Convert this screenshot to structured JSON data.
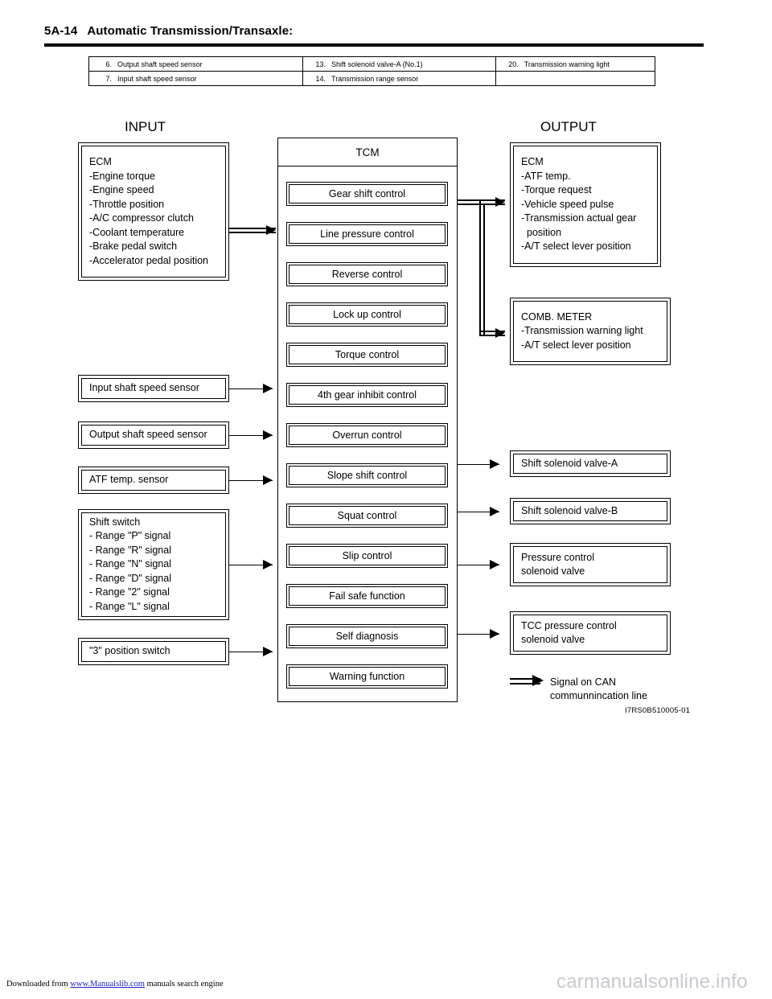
{
  "header": {
    "page_number": "5A-14",
    "title": "Automatic Transmission/Transaxle:"
  },
  "legend_table": {
    "rows": [
      [
        {
          "num": "6.",
          "label": "Output shaft speed sensor"
        },
        {
          "num": "13.",
          "label": "Shift solenoid valve-A (No.1)"
        },
        {
          "num": "20.",
          "label": "Transmission warning light"
        }
      ],
      [
        {
          "num": "7.",
          "label": "Input shaft speed sensor"
        },
        {
          "num": "14.",
          "label": "Transmission range sensor"
        },
        {
          "num": "",
          "label": ""
        }
      ]
    ]
  },
  "diagram": {
    "input_heading": "INPUT",
    "output_heading": "OUTPUT",
    "input_ecm": {
      "title": "ECM",
      "lines": [
        "-Engine torque",
        "-Engine speed",
        "-Throttle position",
        "-A/C compressor clutch",
        "-Coolant temperature",
        "-Brake pedal switch",
        "-Accelerator pedal position"
      ]
    },
    "input_sensors": [
      {
        "label": "Input shaft speed sensor"
      },
      {
        "label": "Output shaft speed sensor"
      },
      {
        "label": "ATF temp. sensor"
      }
    ],
    "shift_switch": {
      "title": "Shift switch",
      "lines": [
        "- Range \"P\" signal",
        "- Range \"R\" signal",
        "- Range \"N\" signal",
        "- Range \"D\" signal",
        "- Range \"2\" signal",
        "- Range \"L\" signal"
      ]
    },
    "position_switch": {
      "label": "\"3\" position switch"
    },
    "tcm": {
      "title": "TCM",
      "functions": [
        "Gear shift control",
        "Line pressure control",
        "Reverse control",
        "Lock up control",
        "Torque control",
        "4th gear inhibit control",
        "Overrun control",
        "Slope shift control",
        "Squat control",
        "Slip control",
        "Fail safe function",
        "Self diagnosis",
        "Warning function"
      ]
    },
    "output_ecm": {
      "title": "ECM",
      "lines": [
        "-ATF temp.",
        "-Torque request",
        "-Vehicle speed pulse",
        "-Transmission actual gear",
        " position",
        "-A/T select lever position"
      ]
    },
    "comb_meter": {
      "title": "COMB. METER",
      "lines": [
        "-Transmission warning light",
        "-A/T select lever position"
      ]
    },
    "actuators": [
      {
        "lines": [
          "Shift solenoid valve-A"
        ]
      },
      {
        "lines": [
          "Shift solenoid valve-B"
        ]
      },
      {
        "lines": [
          "Pressure control",
          "solenoid valve"
        ]
      },
      {
        "lines": [
          "TCC pressure control",
          "solenoid valve"
        ]
      }
    ],
    "key": {
      "line1": "Signal on CAN",
      "line2": "communnincation line"
    },
    "figure_code": "I7RS0B510005-01"
  },
  "footer": {
    "prefix": "Downloaded from ",
    "link": "www.Manualslib.com",
    "suffix": " manuals search engine",
    "watermark": "carmanualsonline.info"
  }
}
